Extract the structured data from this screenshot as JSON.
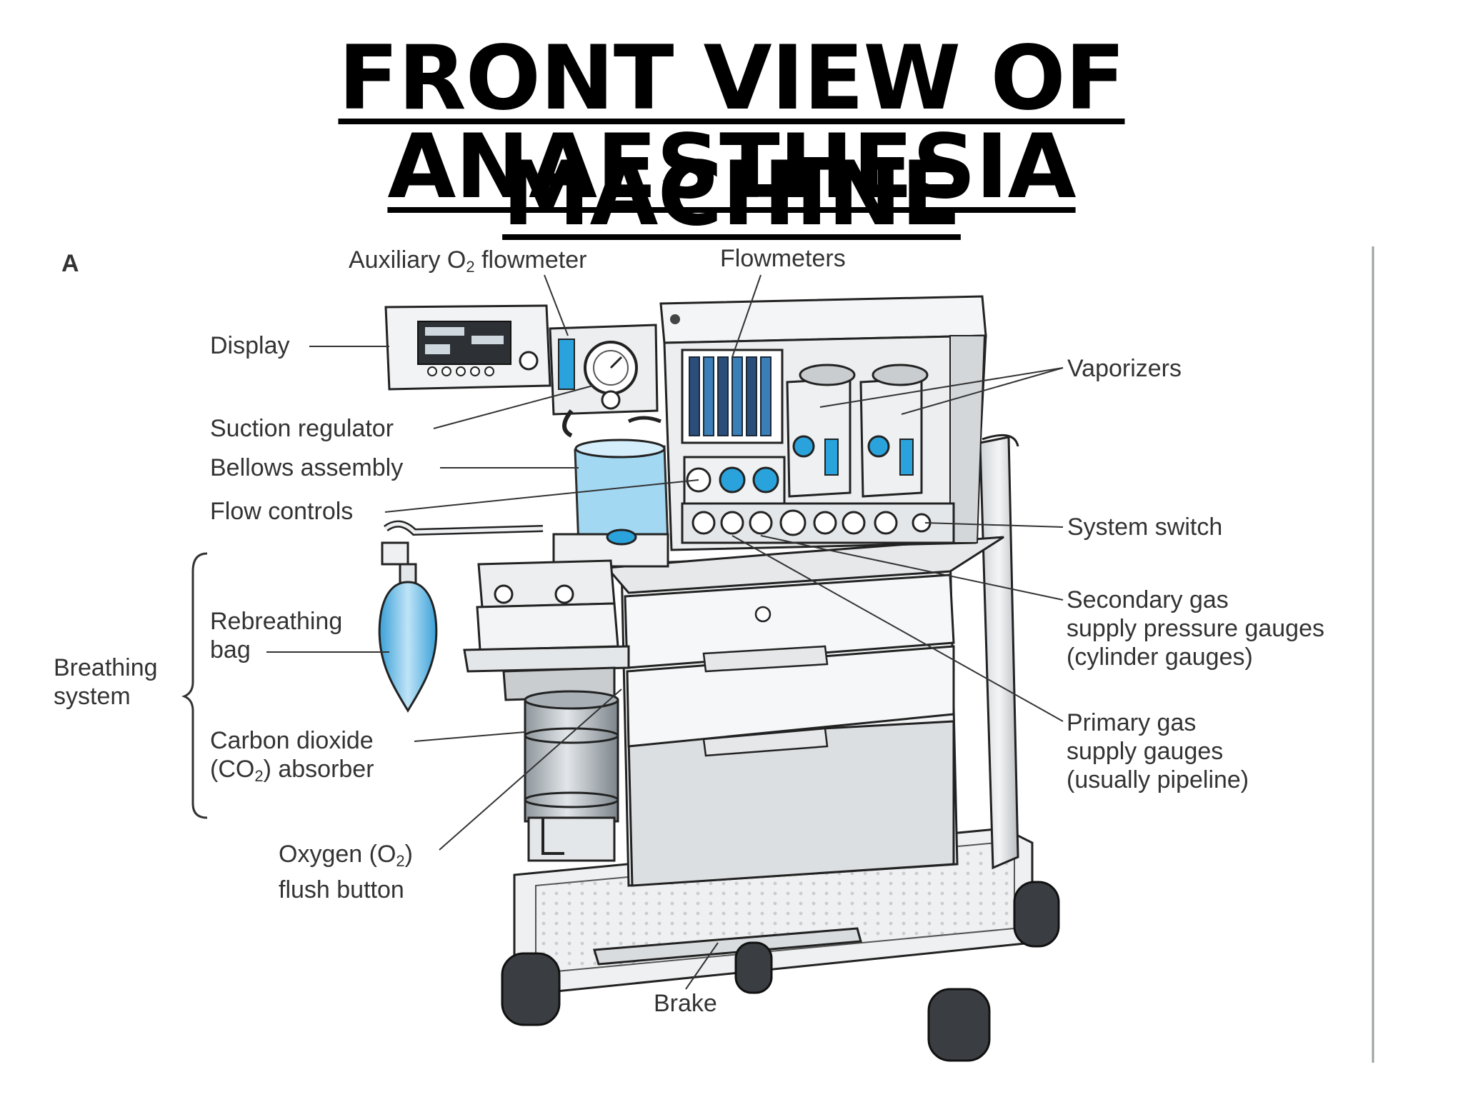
{
  "title": {
    "line1": "FRONT VIEW OF ANAESTHESIA",
    "line2": "MACHINE"
  },
  "panel_letter": "A",
  "labels": {
    "auxiliary_o2_flowmeter": {
      "pre": "Auxiliary O",
      "sub": "2",
      "post": " flowmeter"
    },
    "flowmeters": "Flowmeters",
    "display": "Display",
    "vaporizers": "Vaporizers",
    "suction_regulator": "Suction regulator",
    "bellows_assembly": "Bellows assembly",
    "flow_controls": "Flow controls",
    "system_switch": "System switch",
    "rebreathing_bag": {
      "line1": "Rebreathing",
      "line2": "bag"
    },
    "breathing_system": {
      "line1": "Breathing",
      "line2": "system"
    },
    "secondary_gas": {
      "line1": "Secondary gas",
      "line2": "supply pressure gauges",
      "line3": "(cylinder gauges)"
    },
    "primary_gas": {
      "line1": "Primary gas",
      "line2": "supply gauges",
      "line3": "(usually pipeline)"
    },
    "co2_absorber": {
      "line1": "Carbon dioxide",
      "line2_pre": "(CO",
      "line2_sub": "2",
      "line2_post": ") absorber"
    },
    "o2_flush": {
      "line1_pre": "Oxygen (O",
      "line1_sub": "2",
      "line1_post": ")",
      "line2": "flush button"
    },
    "brake": "Brake"
  }
}
